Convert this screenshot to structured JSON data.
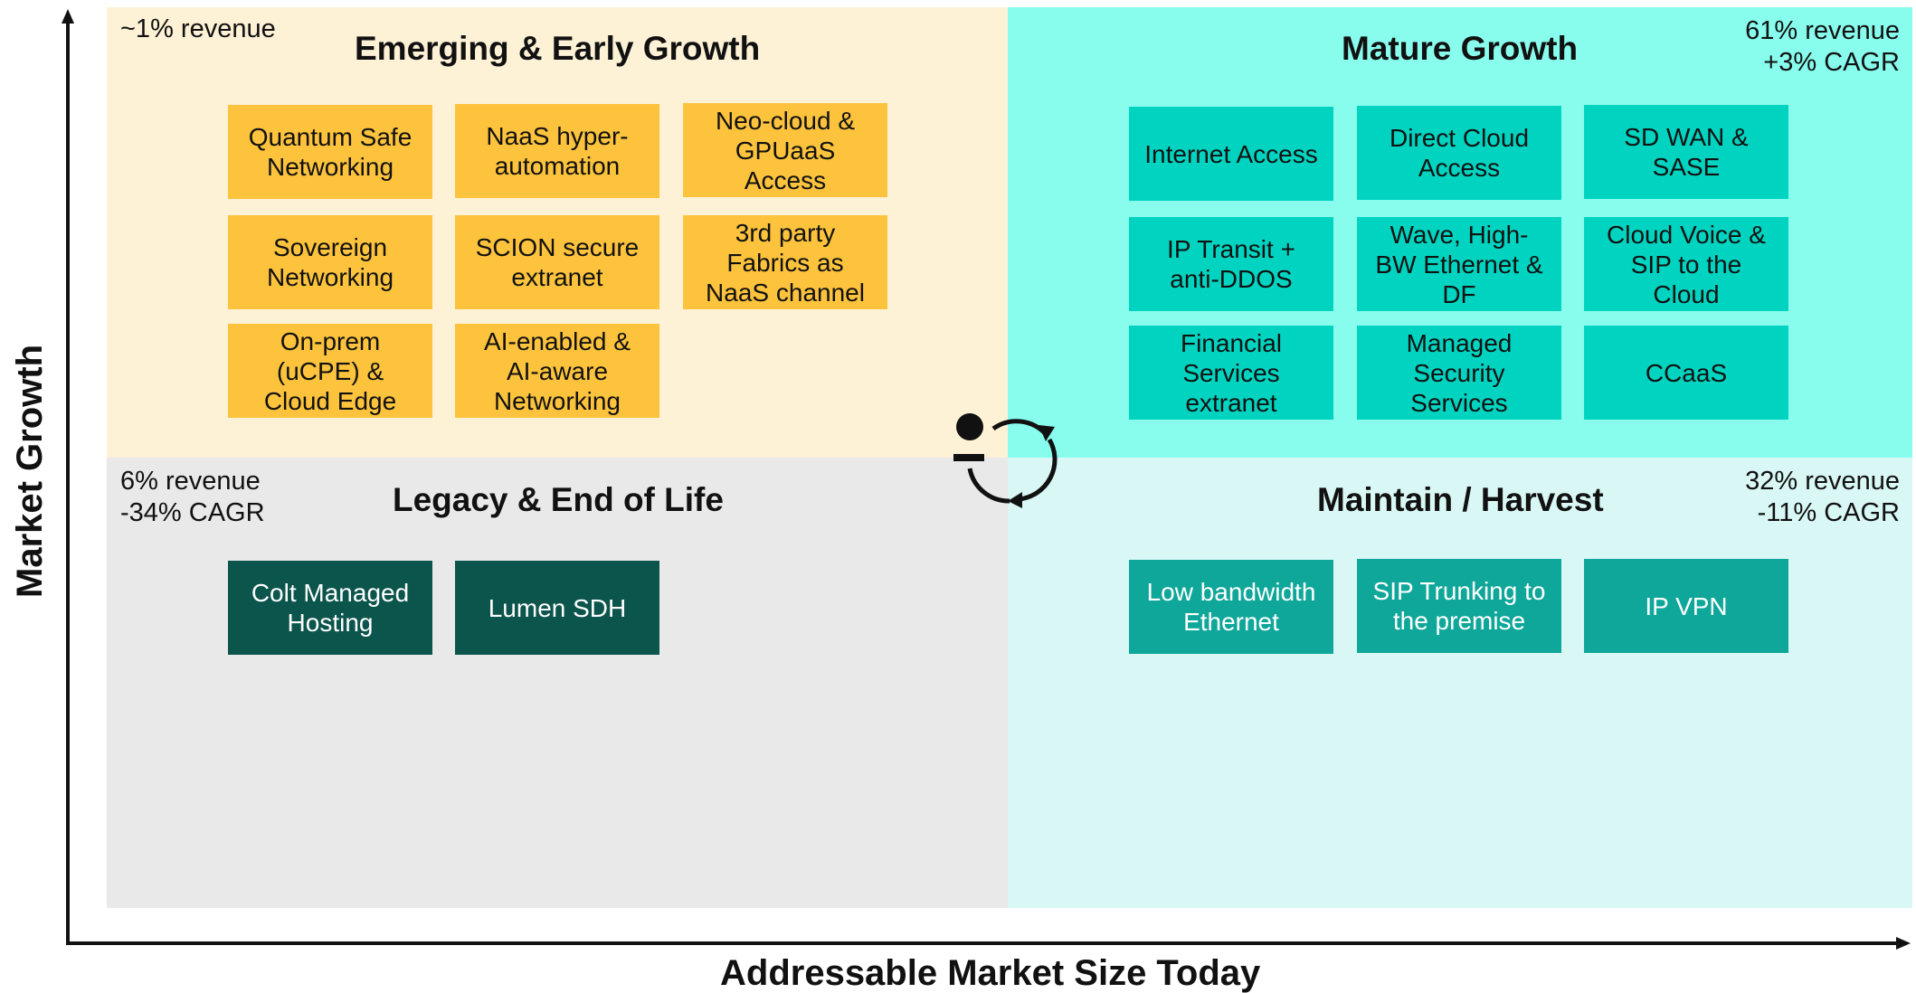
{
  "axes": {
    "y_label": "Market Growth",
    "x_label": "Addressable Market Size Today"
  },
  "quadrants": {
    "emerging": {
      "title": "Emerging & Early Growth",
      "note": "~1% revenue",
      "items": [
        "Quantum Safe\nNetworking",
        "NaaS hyper-\nautomation",
        "Neo-cloud &\nGPUaaS\nAccess",
        "Sovereign\nNetworking",
        "SCION secure\nextranet",
        "3rd party\nFabrics as\nNaaS channel",
        "On-prem\n(uCPE) &\nCloud Edge",
        "AI-enabled &\nAI-aware\nNetworking"
      ]
    },
    "mature": {
      "title": "Mature Growth",
      "note": "61% revenue\n+3% CAGR",
      "items": [
        "Internet Access",
        "Direct Cloud\nAccess",
        "SD WAN &\nSASE",
        "IP Transit +\nanti-DDOS",
        "Wave, High-\nBW Ethernet &\nDF",
        "Cloud Voice &\nSIP to the\nCloud",
        "Financial\nServices\nextranet",
        "Managed\nSecurity\nServices",
        "CCaaS"
      ]
    },
    "legacy": {
      "title": "Legacy & End of Life",
      "note": "6% revenue\n-34% CAGR",
      "items": [
        "Colt Managed\nHosting",
        "Lumen SDH"
      ]
    },
    "maintain": {
      "title": "Maintain / Harvest",
      "note": "32% revenue\n-11% CAGR",
      "items": [
        "Low bandwidth\nEthernet",
        "SIP Trunking to\nthe premise",
        "IP VPN"
      ]
    }
  },
  "colors": {
    "emerging_bg": "#fdf1d6",
    "mature_bg": "#88fdee",
    "legacy_bg": "#e9e9e9",
    "maintain_bg": "#d9f8f5",
    "emerging_box": "#fdc33c",
    "mature_box": "#00d4c0",
    "legacy_box": "#0c554c",
    "maintain_box": "#0fa79a"
  },
  "center_icon": "lifecycle-cycle-icon"
}
